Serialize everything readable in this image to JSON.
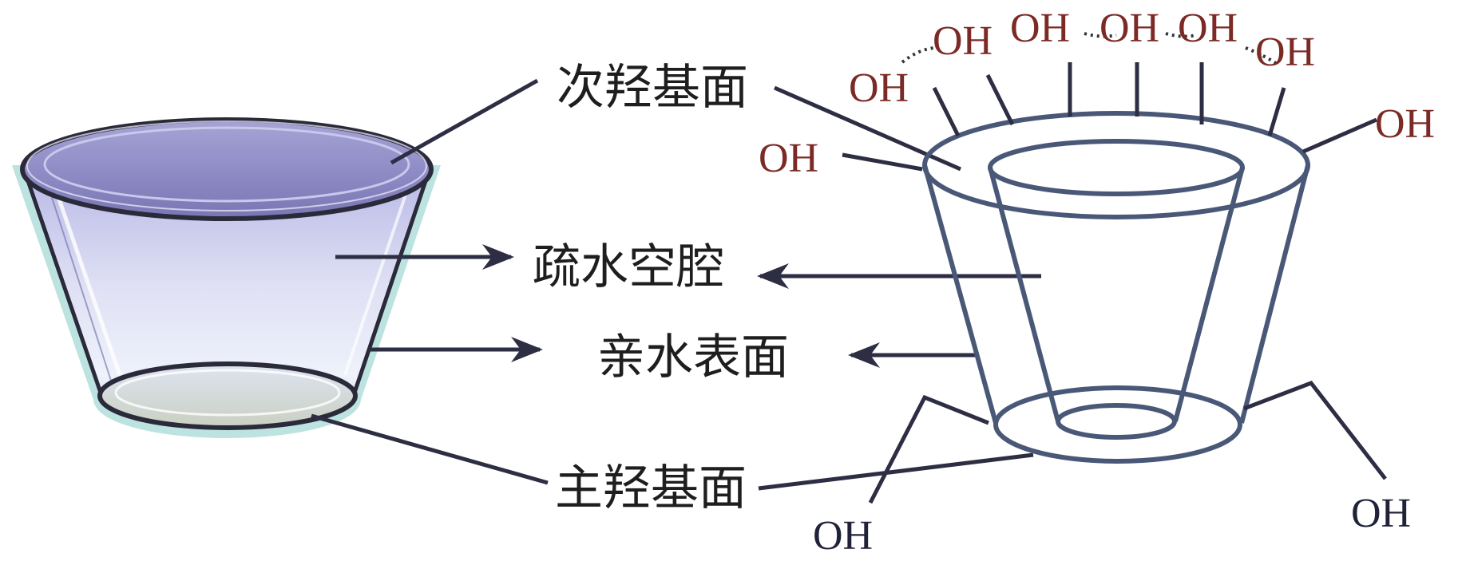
{
  "labels": {
    "secondary_face": "次羟基面",
    "hydrophobic_cavity": "疏水空腔",
    "hydrophilic_surface": "亲水表面",
    "primary_face": "主羟基面"
  },
  "hydroxyl": "OH",
  "colors": {
    "oh_top": "#7b2a25",
    "oh_bottom": "#1f2238",
    "schematic_line": "#4a5878",
    "pointer_line": "#2d2d44"
  }
}
